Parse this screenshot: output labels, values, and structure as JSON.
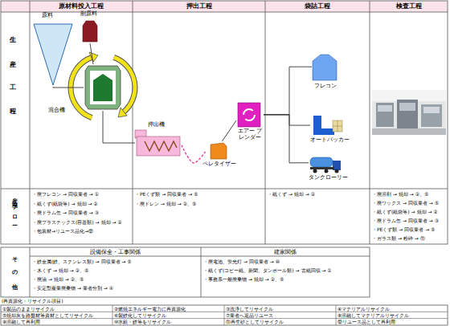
{
  "diagram": {
    "nodes": [
      {
        "text": [
          "原料"
        ]
      },
      {
        "text": [
          "副原料"
        ]
      },
      {
        "text": [
          "混合機"
        ]
      },
      {
        "text": [
          "押出機"
        ]
      },
      {
        "text": [
          "ペレタイザー"
        ]
      },
      {
        "text": [
          "エアー ブレンダー"
        ]
      },
      {
        "text": [
          "フレコン"
        ]
      },
      {
        "text": [
          "オートパッカー"
        ]
      },
      {
        "text": [
          "タンクローリー"
        ]
      }
    ],
    "edges": [
      {
        "from": 0,
        "to": 2,
        "arrow": "none"
      },
      {
        "from": 1,
        "to": 2,
        "arrow": "none"
      },
      {
        "from": 2,
        "to": 3,
        "arrow": "none"
      },
      {
        "from": 3,
        "to": 4,
        "arrow": "none"
      },
      {
        "from": 4,
        "to": 5,
        "arrow": "none"
      },
      {
        "from": 5,
        "to": 6,
        "arrow": "none"
      },
      {
        "from": 5,
        "to": 7,
        "arrow": "none"
      },
      {
        "from": 5,
        "to": 8,
        "arrow": "none"
      }
    ],
    "labels": [
      "原材料投入工程",
      "押出工程",
      "袋詰工程",
      "検査工程",
      "生産工程",
      "産廃フロー",
      "その他",
      "・廃フレコン → 回収業者 → ①",
      "・紙くず(紙袋等) → 焼却 → ②",
      "・廃ドラム缶 → 回収業者 → ③",
      "・廃プラスチックス(容器類) → 焼却 → ②",
      "・包装材→リユース品化→⑫",
      "・PEくず類 → 回収業者 → ⑤",
      "・廃ドレン → 焼却 → ②、⑤",
      "・紙くず → 焼却 → ②",
      "・廃溶剤 → 焼却 → ②、⑤",
      "・廃ワックス → 回収業者 → ⑤",
      "・紙くず(紙袋等) → 焼却 → ②",
      "・廃ドラム缶 → 回収業者 → ③",
      "・PEくず類 → 回収業者 → ⑤",
      "・ガラス類 → 粉砕 → ⑪",
      "設備保全・工事関係",
      "建家関係",
      "・鉄金属(鉄、ステンレス類) → 回収業者 → ⑤",
      "・木くず → 焼却 → ②、⑤",
      "・廃油 → 焼却 → ②、⑤",
      "・安定型産業廃棄物 → 業者分別 → ④",
      "・廃電池、蛍光灯 → 回収業者 → ⑩",
      "・紙くず(コピー紙、新聞、ダンボール類) → 古紙回収 → ①",
      "・事務系一般廃棄物 → 焼却 → ②、⑤",
      "(再資源化・リサイクル項目)",
      "①製品のままリサイクル",
      "②燃焼エネルギー電力に再資源化",
      "③洗浄してリサイクル",
      "④マテリアルリサイクル",
      "⑤焼却灰を路盤材等資材としてリサイクル",
      "⑥製鉄化してリサイクル",
      "⑦業者へ返品リユース",
      "⑧溶融してマテリアルリサイクル",
      "⑨溶融して再利用",
      "⑩水銀・鉄等をリサイクル",
      "⑪再生砂としてリサイクル",
      "⑫リユース品として再利用"
    ]
  }
}
